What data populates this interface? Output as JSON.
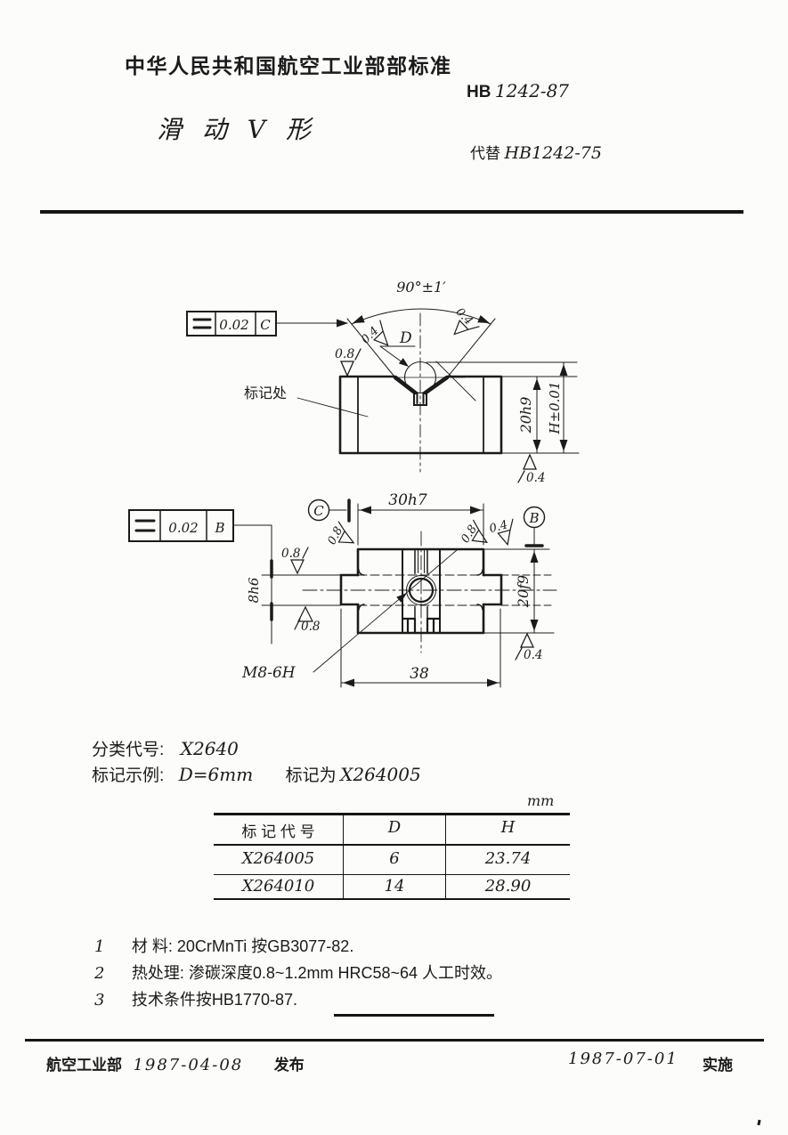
{
  "doc": {
    "header": {
      "ministry_title": "中华人民共和国航空工业部部标准",
      "standard_prefix": "HB",
      "standard_no": "1242-87",
      "title": "滑 动 V 形",
      "replaces_label": "代替",
      "replaces_no": "HB1242-75"
    },
    "front_view": {
      "angle_dim": "90°±1′",
      "fcf": {
        "symbol_icon": "parallelism-icon",
        "tolerance": "0.02",
        "datum": "C"
      },
      "roughness_top": "0.8",
      "roughness_flank_left": "0.4",
      "roughness_flank_right": "0.4",
      "roughness_bottom": "0.4",
      "gauge_label": "D",
      "marking_note": "标记处",
      "dim_height": "20h9",
      "dim_gauge_height": "H±0.01"
    },
    "plan_view": {
      "fcf": {
        "symbol_icon": "parallelism-icon",
        "tolerance": "0.02",
        "datum": "B"
      },
      "datum_c": "C",
      "datum_b": "B",
      "dim_block_width": "30h7",
      "dim_total_width": "38",
      "dim_tongue_height": "8h6",
      "dim_depth": "20f9",
      "thread_callout": "M8-6H",
      "roughness_tongue_top": "0.8",
      "roughness_tongue_bottom": "0.8",
      "roughness_block_left": "0.8",
      "roughness_block_right": "0.8",
      "roughness_top_right": "0.4",
      "roughness_bottom_right": "0.4"
    },
    "classification": {
      "label": "分类代号:",
      "code": "X2640"
    },
    "marking_example": {
      "label": "标记示例:",
      "condition": "D=6mm",
      "result_label": "标记为",
      "result_value": "X264005"
    },
    "table": {
      "units": "mm",
      "col_code": "标 记 代 号",
      "col_d": "D",
      "col_h": "H",
      "rows": [
        {
          "code": "X264005",
          "d": "6",
          "h": "23.74"
        },
        {
          "code": "X264010",
          "d": "14",
          "h": "28.90"
        }
      ]
    },
    "notes": [
      {
        "num": "1",
        "text": "材  料: 20CrMnTi 按GB3077-82."
      },
      {
        "num": "2",
        "text": "热处理: 渗碳深度0.8~1.2mm HRC58~64 人工时效。"
      },
      {
        "num": "3",
        "text": "技术条件按HB1770-87."
      }
    ],
    "footer": {
      "issuer": "航空工业部",
      "issue_date": "1987-04-08",
      "issue_label": "发布",
      "impl_date": "1987-07-01",
      "impl_label": "实施"
    },
    "colors": {
      "ink": "#1b1b1b",
      "paper": "#fcfcfa"
    }
  }
}
